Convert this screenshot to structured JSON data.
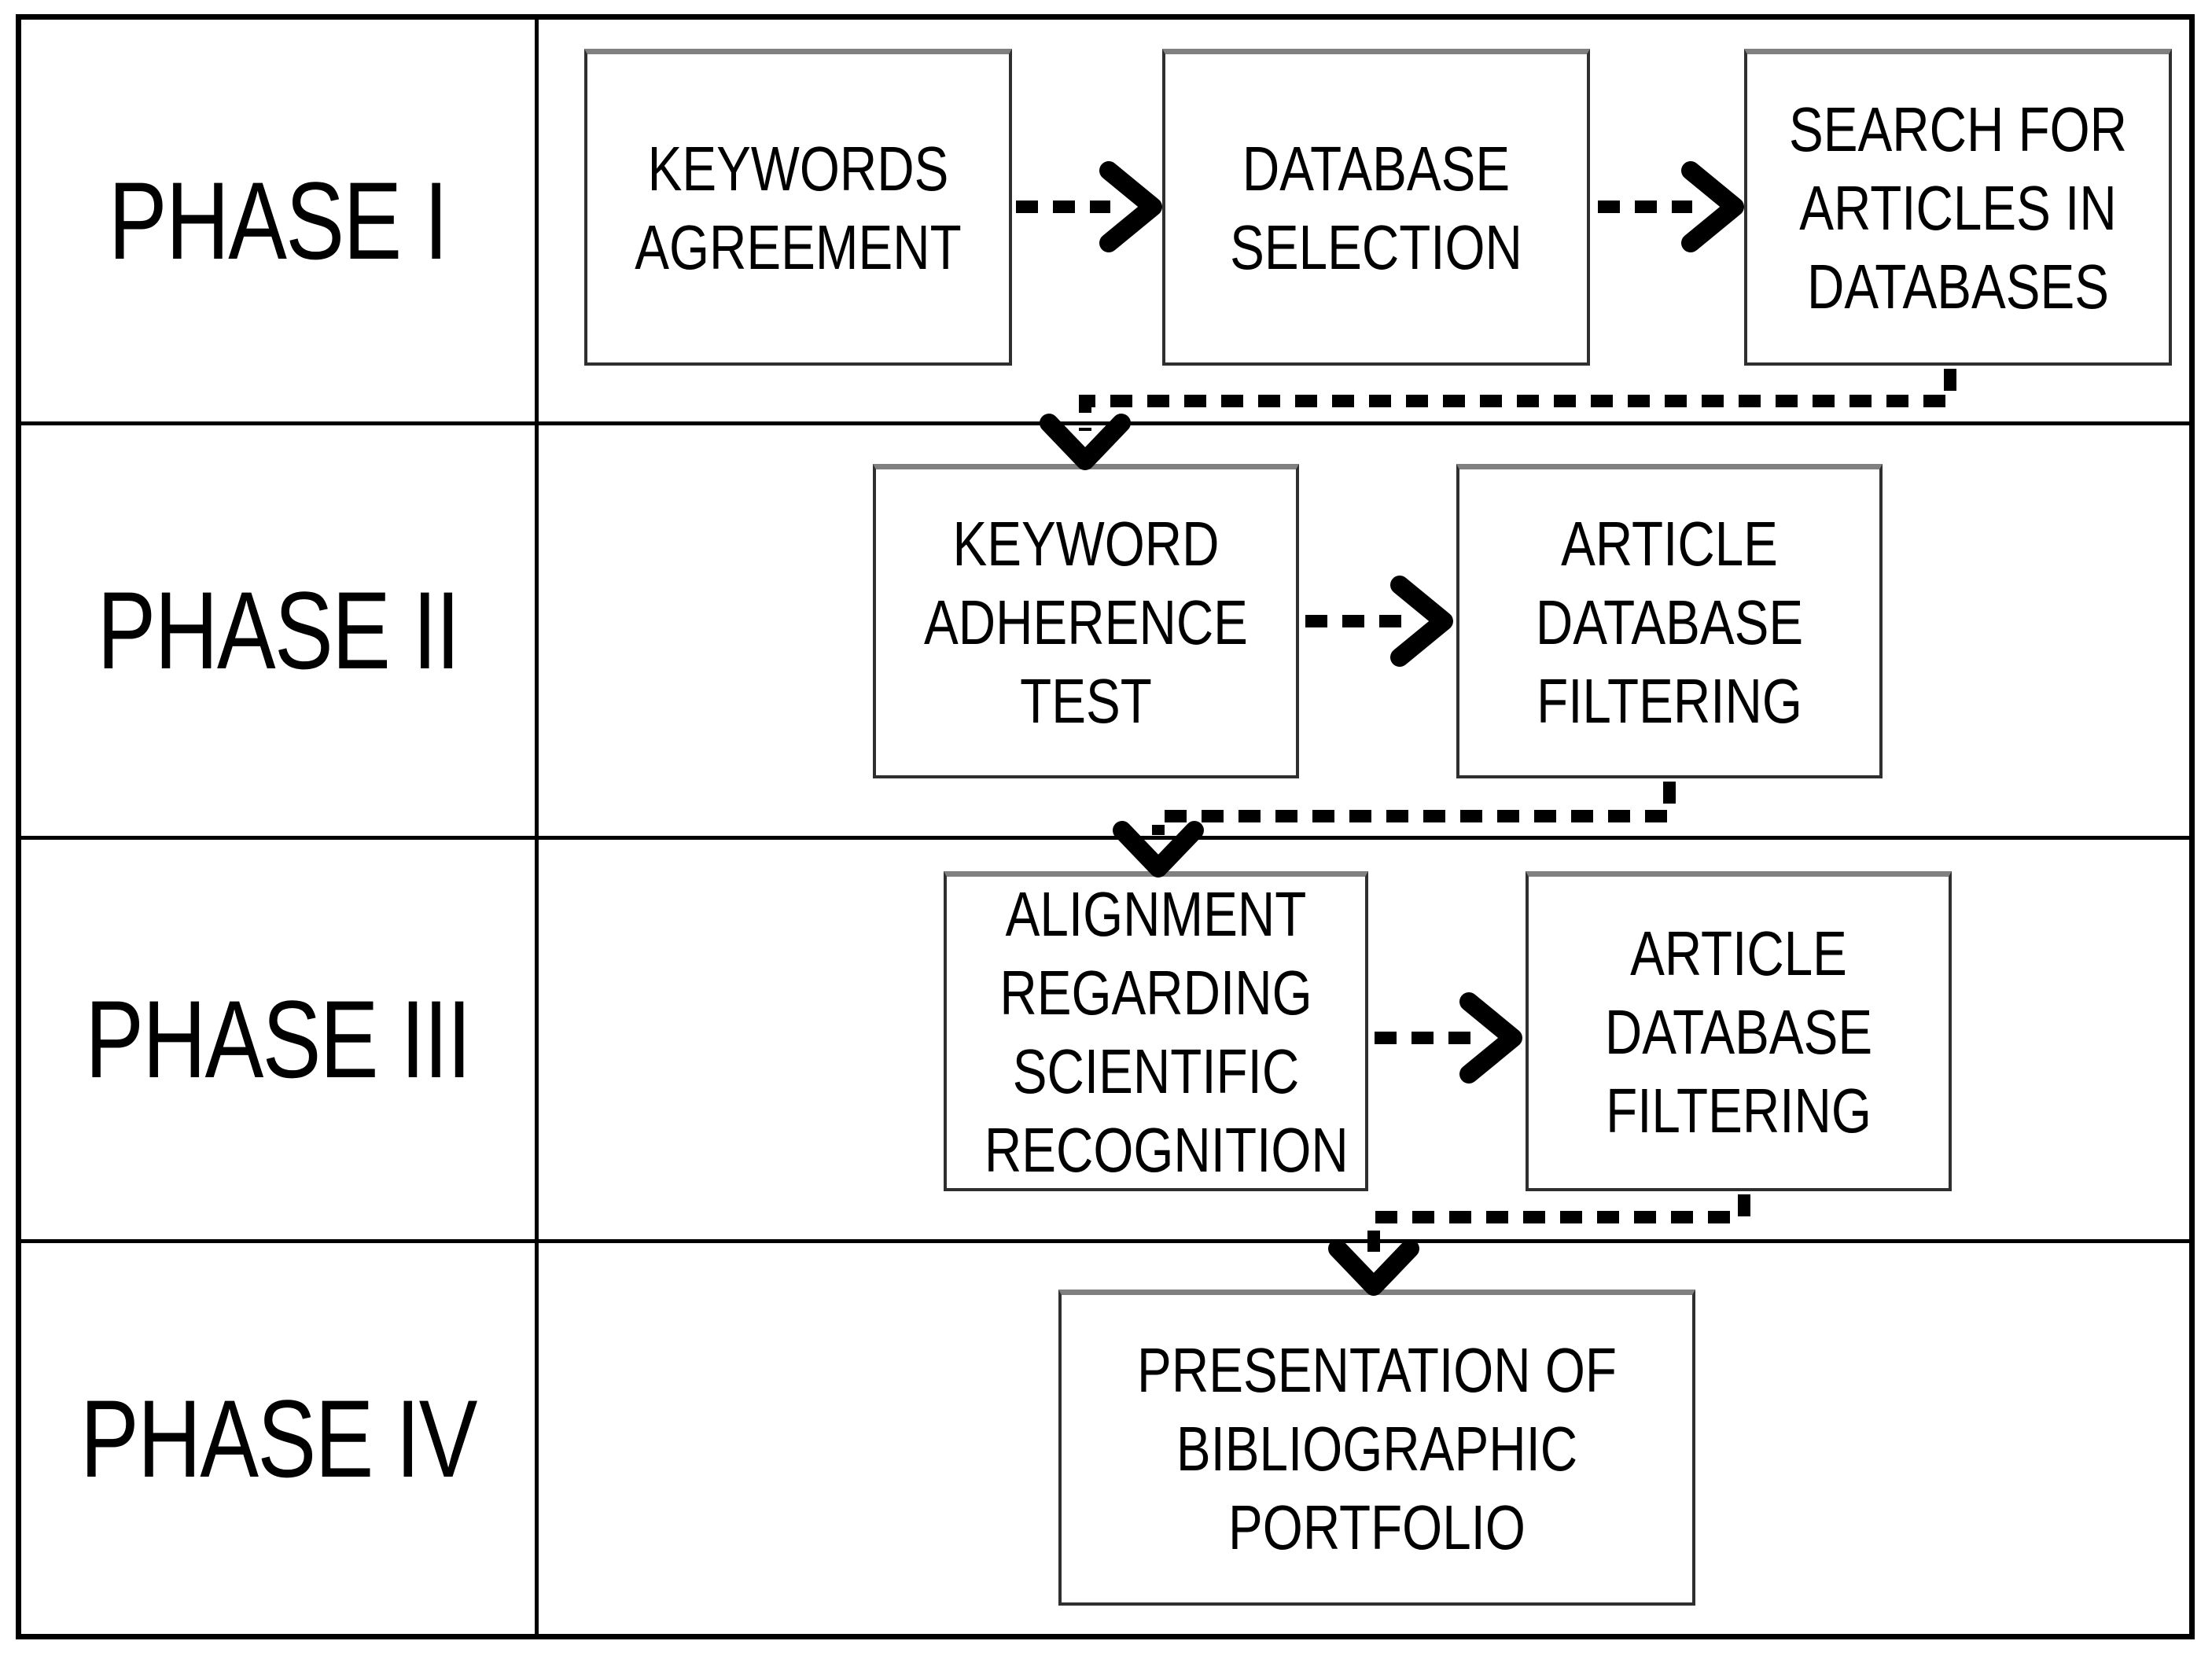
{
  "diagram": {
    "background": "#ffffff",
    "line_color": "#000000",
    "box_border_color": "#2f2f2f",
    "box_border_top_color": "#808080",
    "phases": [
      {
        "label": "PHASE I",
        "boxes": [
          [
            "KEYWORDS",
            "AGREEMENT"
          ],
          [
            "DATABASE",
            "SELECTION"
          ],
          [
            "SEARCH FOR",
            "ARTICLES IN",
            "DATABASES"
          ]
        ]
      },
      {
        "label": "PHASE II",
        "boxes": [
          [
            "KEYWORD",
            "ADHERENCE",
            "TEST"
          ],
          [
            "ARTICLE",
            "DATABASE",
            "FILTERING"
          ]
        ]
      },
      {
        "label": "PHASE III",
        "boxes": [
          [
            "ALIGNMENT",
            "REGARDING",
            "SCIENTIFIC",
            "RECOGNITION"
          ],
          [
            "ARTICLE",
            "DATABASE",
            "FILTERING"
          ]
        ]
      },
      {
        "label": "PHASE IV",
        "boxes": [
          [
            "PRESENTATION OF",
            "BIBLIOGRAPHIC",
            "PORTFOLIO"
          ]
        ]
      }
    ]
  }
}
